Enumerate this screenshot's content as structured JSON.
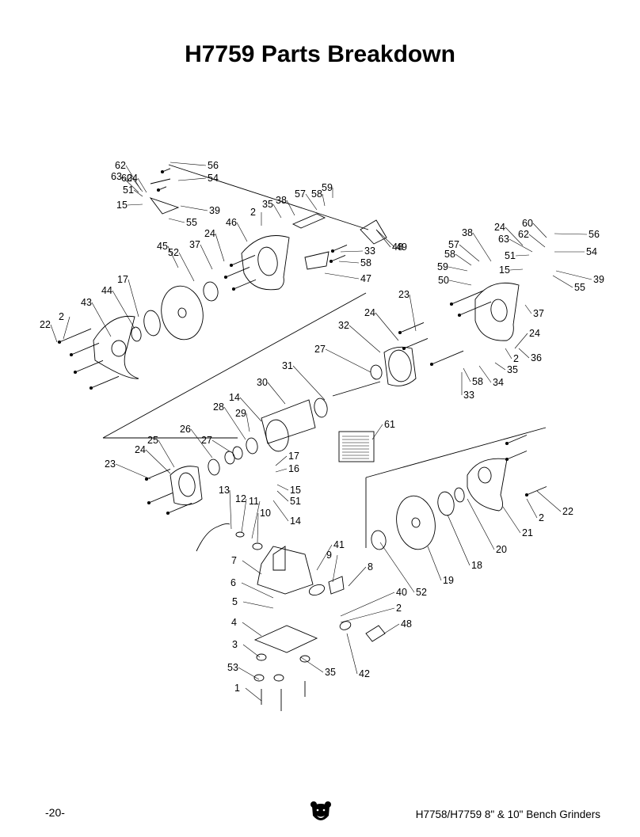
{
  "page": {
    "title": "H7759 Parts Breakdown",
    "page_number": "-20-",
    "footer": "H7758/H7759 8\" & 10\" Bench Grinders"
  },
  "callouts": [
    "1",
    "2",
    "3",
    "4",
    "5",
    "6",
    "7",
    "8",
    "9",
    "10",
    "11",
    "12",
    "13",
    "14",
    "15",
    "16",
    "17",
    "18",
    "19",
    "20",
    "21",
    "22",
    "23",
    "24",
    "25",
    "26",
    "27",
    "28",
    "29",
    "30",
    "31",
    "32",
    "33",
    "34",
    "35",
    "36",
    "37",
    "38",
    "39",
    "40",
    "41",
    "42",
    "43",
    "44",
    "45",
    "46",
    "47",
    "48",
    "49",
    "50",
    "51",
    "52",
    "53",
    "54",
    "55",
    "56",
    "57",
    "58",
    "59",
    "60",
    "61",
    "62",
    "63"
  ],
  "logo": {
    "icon": "bear-head-icon"
  }
}
